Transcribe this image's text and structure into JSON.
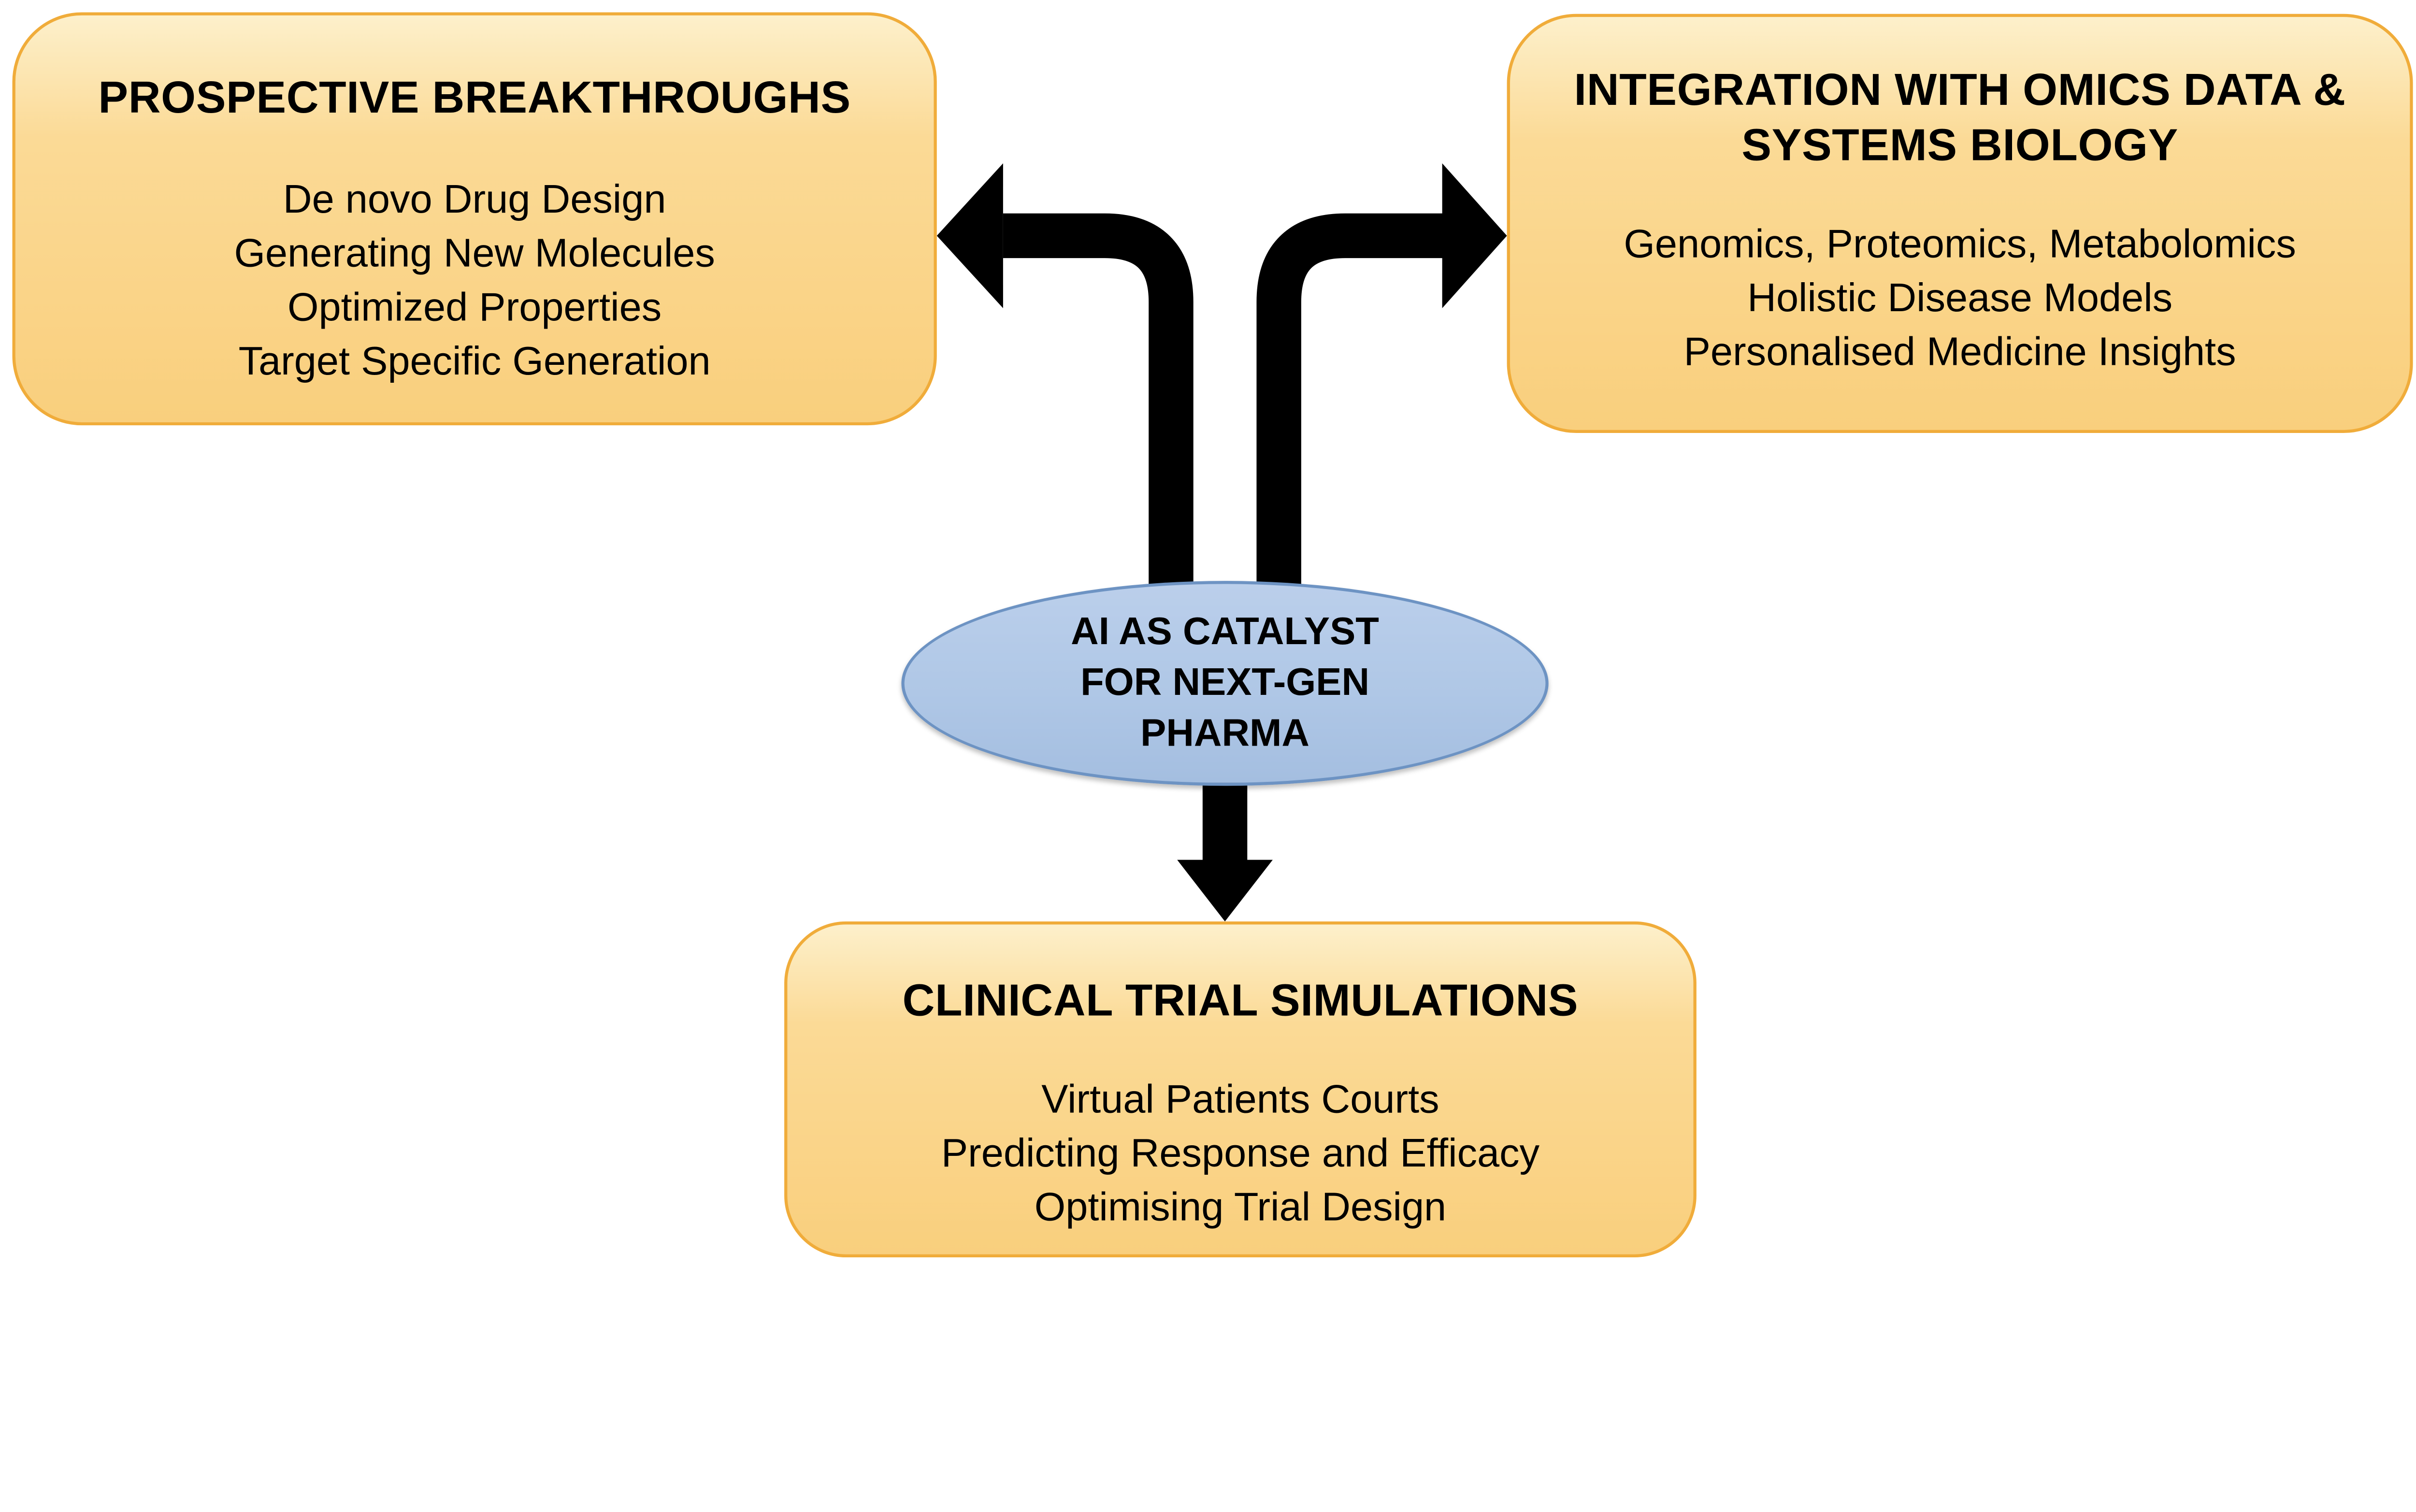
{
  "center": {
    "lines": [
      "AI AS CATALYST",
      "FOR NEXT-GEN",
      "PHARMA"
    ]
  },
  "boxes": {
    "prospective": {
      "title": "PROSPECTIVE BREAKTHROUGHS",
      "items": [
        "De novo Drug Design",
        "Generating New Molecules",
        "Optimized Properties",
        "Target Specific Generation"
      ]
    },
    "omics": {
      "title_lines": [
        "INTEGRATION WITH OMICS DATA &",
        "SYSTEMS BIOLOGY"
      ],
      "items": [
        "Genomics, Proteomics, Metabolomics",
        "Holistic Disease Models",
        "Personalised Medicine Insights"
      ]
    },
    "clinical": {
      "title": "CLINICAL TRIAL SIMULATIONS",
      "items": [
        "Virtual Patients Courts",
        "Predicting Response and Efficacy",
        "Optimising Trial Design"
      ]
    }
  },
  "colors": {
    "box_fill_top": "#FDF0CB",
    "box_fill_bottom": "#F9CF7D",
    "box_border": "#F0AC3A",
    "ellipse_fill_top": "#BBCFEB",
    "ellipse_fill_bottom": "#A4BEE0",
    "ellipse_border": "#6D93C3",
    "arrow": "#000000",
    "background": "#FFFFFF"
  }
}
